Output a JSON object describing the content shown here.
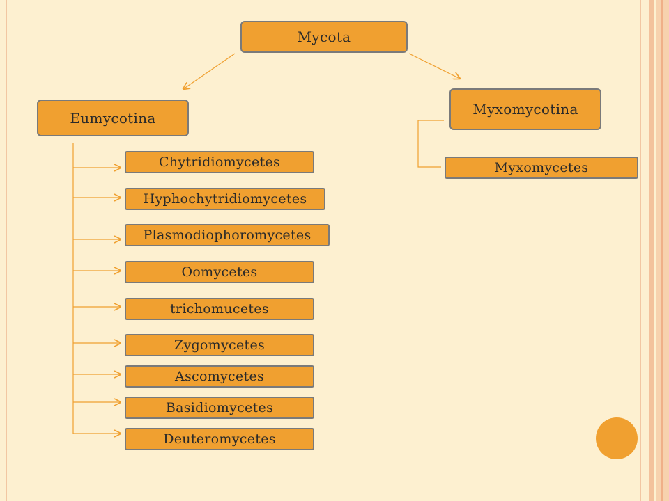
{
  "diagram": {
    "root": "Mycota",
    "branches": {
      "left": "Eumycotina",
      "right": "Myxomycotina"
    },
    "eumycotina_classes": [
      "Chytridiomycetes",
      "Hyphochytridiomycetes",
      "Plasmodiophoromycetes",
      "Oomycetes",
      "trichomucetes",
      "Zygomycetes",
      "Ascomycetes",
      "Basidiomycetes",
      "Deuteromycetes"
    ],
    "myxomycotina_classes": [
      "Myxomycetes"
    ]
  },
  "colors": {
    "background": "#fdf0d0",
    "box_fill": "#f0a030",
    "box_border": "#7a7a7a",
    "connector": "#f0a030",
    "edge_stripes": [
      "#f5c89a",
      "#f2b48a",
      "#f5c89a"
    ]
  }
}
